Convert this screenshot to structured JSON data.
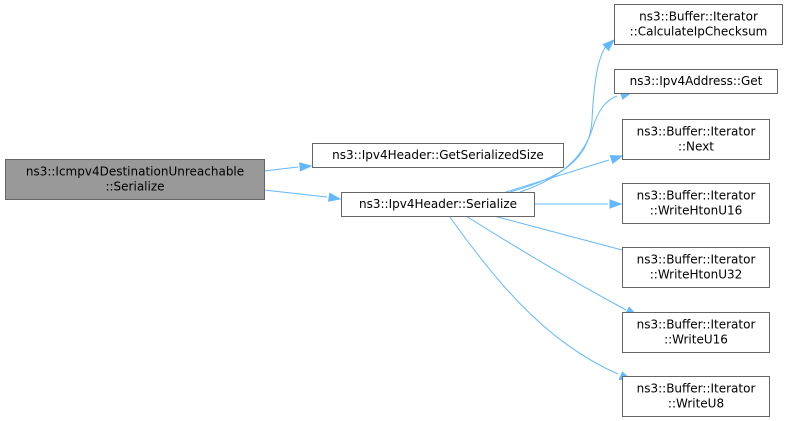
{
  "graph": {
    "nodes": {
      "root": {
        "lines": [
          "ns3::Icmpv4DestinationUnreachable",
          "::Serialize"
        ]
      },
      "getSerializedSize": {
        "lines": [
          "ns3::Ipv4Header::GetSerializedSize"
        ]
      },
      "serialize": {
        "lines": [
          "ns3::Ipv4Header::Serialize"
        ]
      },
      "calcChecksum": {
        "lines": [
          "ns3::Buffer::Iterator",
          "::CalculateIpChecksum"
        ]
      },
      "addrGet": {
        "lines": [
          "ns3::Ipv4Address::Get"
        ]
      },
      "next": {
        "lines": [
          "ns3::Buffer::Iterator",
          "::Next"
        ]
      },
      "writeHtonU16": {
        "lines": [
          "ns3::Buffer::Iterator",
          "::WriteHtonU16"
        ]
      },
      "writeHtonU32": {
        "lines": [
          "ns3::Buffer::Iterator",
          "::WriteHtonU32"
        ]
      },
      "writeU16": {
        "lines": [
          "ns3::Buffer::Iterator",
          "::WriteU16"
        ]
      },
      "writeU8": {
        "lines": [
          "ns3::Buffer::Iterator",
          "::WriteU8"
        ]
      }
    },
    "edges": [
      {
        "from": "root",
        "to": "getSerializedSize"
      },
      {
        "from": "root",
        "to": "serialize"
      },
      {
        "from": "serialize",
        "to": "calcChecksum"
      },
      {
        "from": "serialize",
        "to": "addrGet"
      },
      {
        "from": "serialize",
        "to": "next"
      },
      {
        "from": "serialize",
        "to": "writeHtonU16"
      },
      {
        "from": "serialize",
        "to": "writeHtonU32"
      },
      {
        "from": "serialize",
        "to": "writeU16"
      },
      {
        "from": "serialize",
        "to": "writeU8"
      }
    ],
    "colors": {
      "root_fill": "#999999",
      "node_fill": "#ffffff",
      "node_border": "#666666",
      "edge": "#63b8ff"
    }
  }
}
